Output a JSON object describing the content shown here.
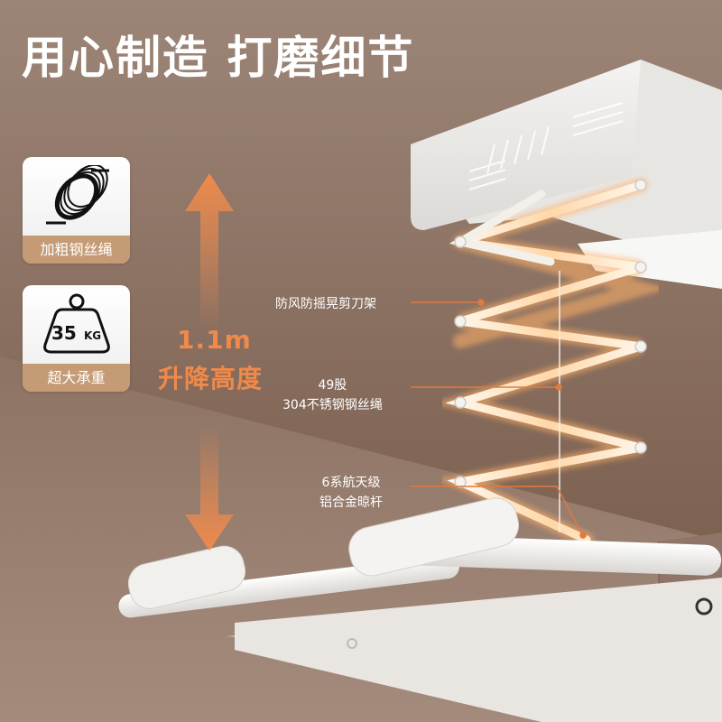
{
  "headline": "用心制造 打磨细节",
  "features": [
    {
      "icon": "steel-wire-coil-icon",
      "label": "加粗钢丝绳"
    },
    {
      "icon": "weight-icon",
      "weight_text": "35",
      "weight_unit": "KG",
      "label": "超大承重"
    }
  ],
  "lift": {
    "value": "1.1m",
    "label": "升降高度"
  },
  "callouts": [
    {
      "lines": [
        "防风防摇晃剪刀架"
      ]
    },
    {
      "lines": [
        "49股",
        "304不锈钢钢丝绳"
      ]
    },
    {
      "lines": [
        "6系航天级",
        "铝合金晾杆"
      ]
    }
  ],
  "colors": {
    "accent_orange": "#f08a4a",
    "label_tan": "#c49b75",
    "background_brown": "#8a7264",
    "text_white": "#ffffff"
  }
}
